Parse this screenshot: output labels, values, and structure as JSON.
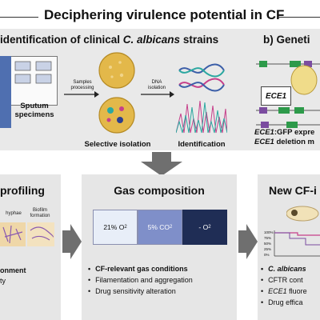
{
  "title": "Deciphering virulence potential in CF",
  "top": {
    "section_a": "identification of clinical ",
    "section_a_species": "C. albicans",
    "section_a_tail": " strains",
    "section_b": "b) Geneti",
    "sputum_label_1": "Sputum",
    "sputum_label_2": "specimens",
    "arrow1_label_1": "Samples",
    "arrow1_label_2": "processing",
    "arrow2_label_1": "DNA",
    "arrow2_label_2": "isolation",
    "selective_isolation": "Selective isolation",
    "identification": "Identification",
    "ece1_gene": "ECE1",
    "ece1_line1_gene": "ECE1",
    "ece1_line1_text": ":GFP expre",
    "ece1_line2_gene": "ECE1",
    "ece1_line2_text": " deletion m"
  },
  "left_panel": {
    "title": "profiling",
    "hyphae": "hyphae",
    "biofilm_1": "Biofilm",
    "biofilm_2": "formation",
    "bullet1": "onment",
    "bullet2": "ty"
  },
  "middle_panel": {
    "title": "Gas composition",
    "box1": "21% O",
    "box1_sub": "2",
    "box2": "5% CO",
    "box2_sub": "2",
    "box3": "- O",
    "box3_sub": "2",
    "bullet1": "CF-relevant gas conditions",
    "bullet2": "Filamentation and aggregation",
    "bullet3": "Drug sensitivity alteration"
  },
  "right_panel": {
    "title": "New CF-i",
    "graph_ticks": [
      "100%",
      "75%",
      "50%",
      "25%",
      "0%"
    ],
    "bullet1_species": "C. albicans",
    "bullet2": "CFTR cont",
    "bullet3_gene": "ECE1",
    "bullet3_text": " fluore",
    "bullet4": "Drug effica"
  },
  "colors": {
    "box1": "#e8eef8",
    "box2": "#7f8fc9",
    "box3": "#1f2d55"
  }
}
